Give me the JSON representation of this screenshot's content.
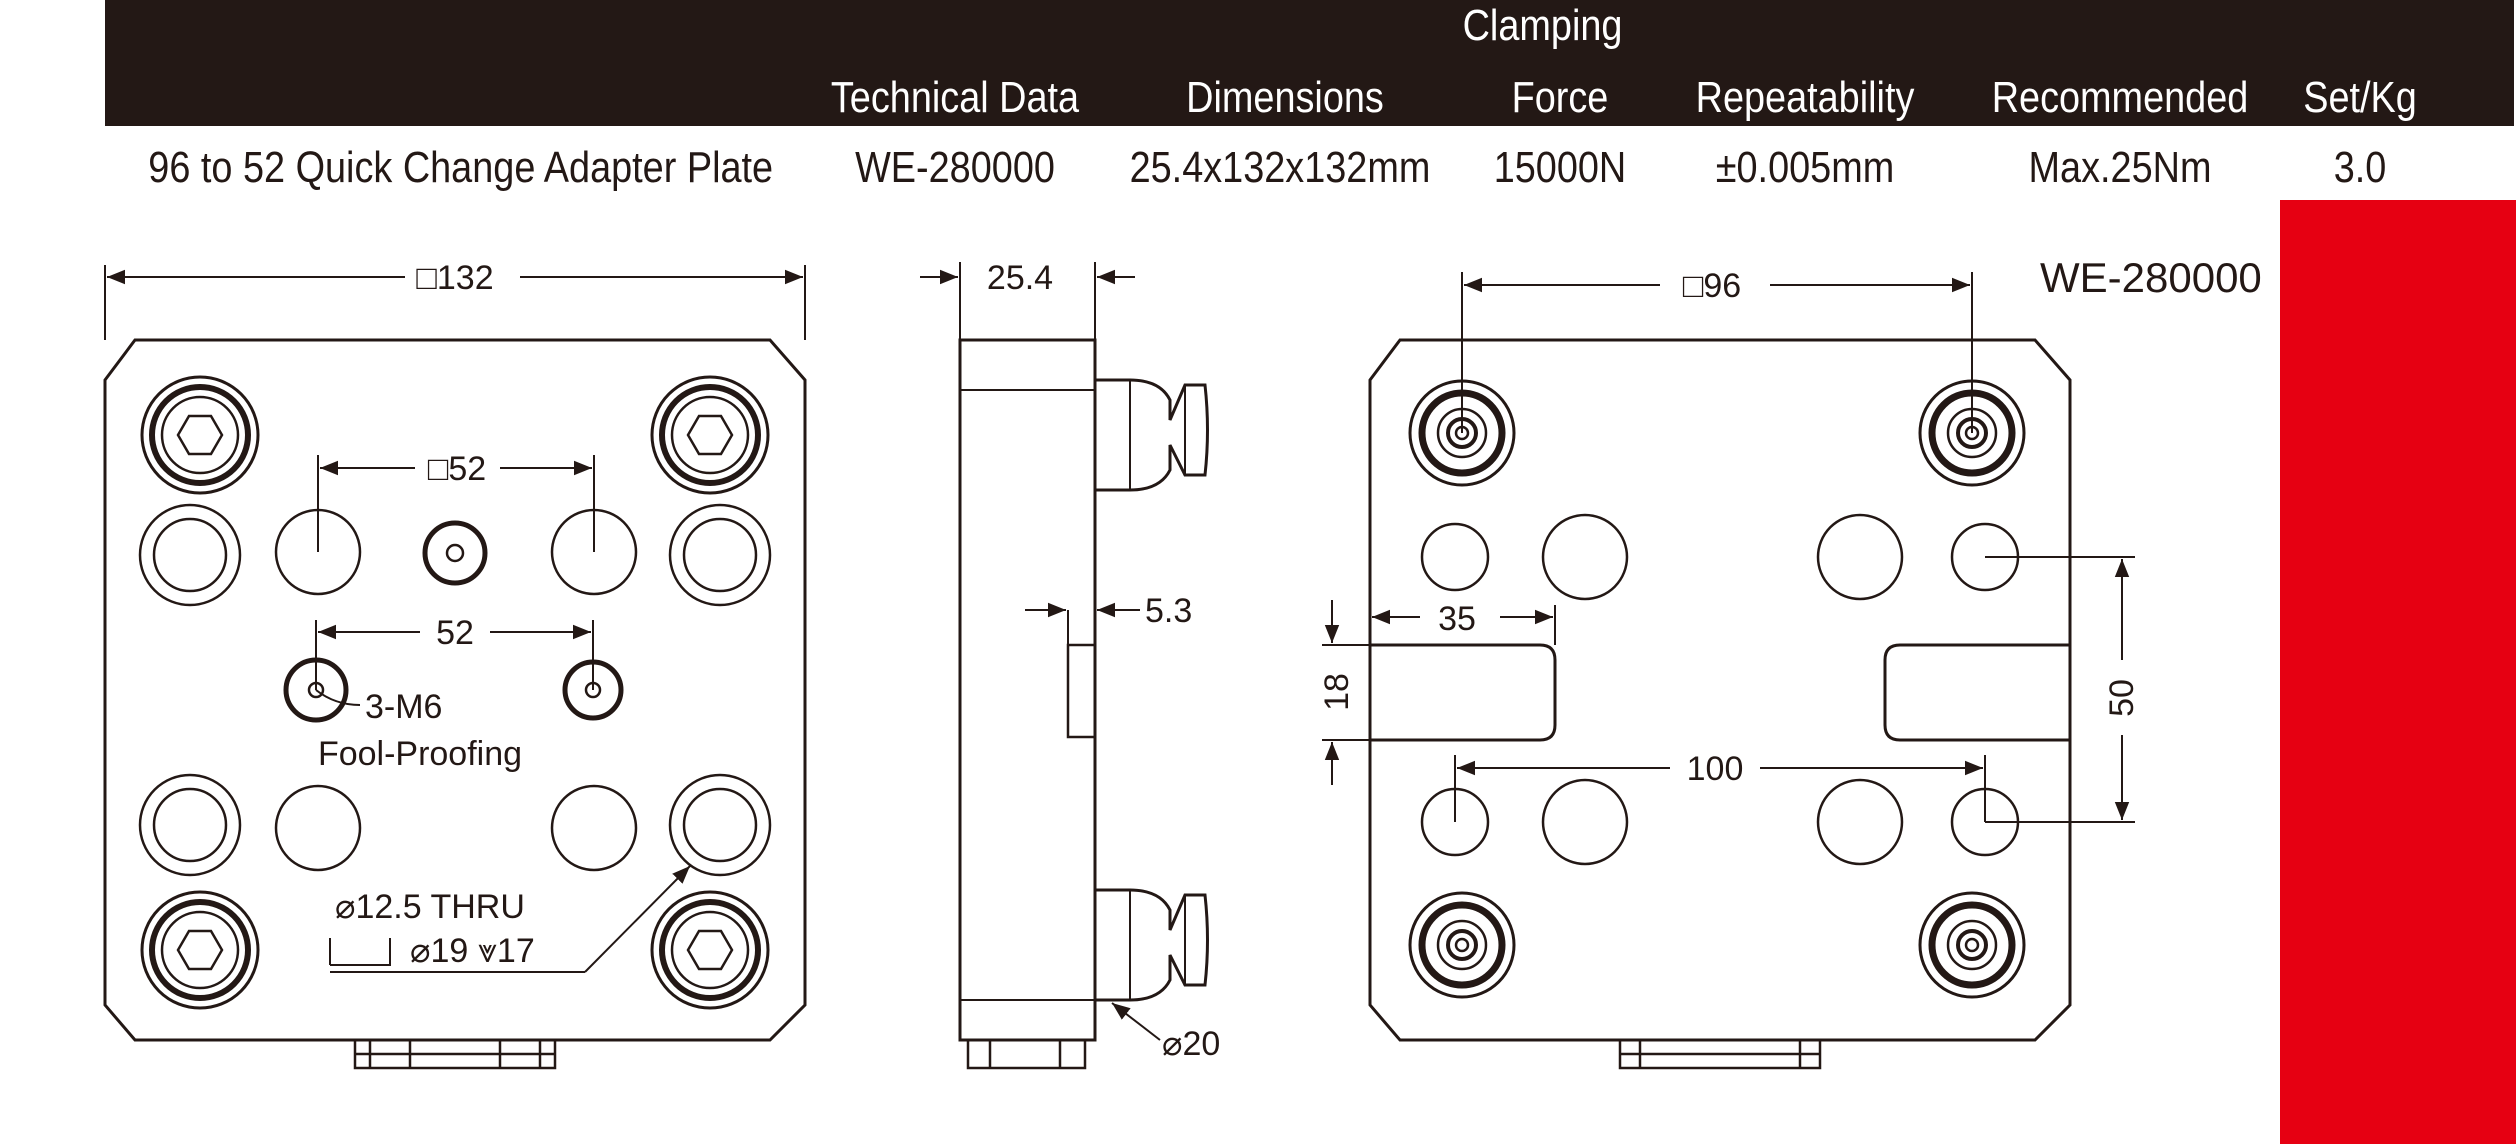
{
  "header": {
    "group_label": "Clamping",
    "columns": [
      "Technical Data",
      "Dimensions",
      "Force",
      "Repeatability",
      "Recommended",
      "Set/Kg"
    ]
  },
  "product_row": {
    "name": "96 to 52 Quick Change Adapter Plate",
    "technical_data": "WE-280000",
    "dimensions": "25.4x132x132mm",
    "force": "15000N",
    "repeatability": "±0.005mm",
    "recommended": "Max.25Nm",
    "set_kg": "3.0"
  },
  "accent_color": "#e60012",
  "header_color": "#231815",
  "drawing": {
    "left_view": {
      "dim_width": "□132",
      "dim_square": "□52",
      "dim_pin_spacing": "52",
      "pin_label": "3-M6",
      "pin_note": "Fool-Proofing",
      "hole_label_1": "⌀12.5 THRU",
      "hole_label_2": "⌀19 ⩔17"
    },
    "side_view": {
      "dim_thickness": "25.4",
      "dim_step": "5.3",
      "dim_dia": "⌀20"
    },
    "right_view": {
      "model": "WE-280000",
      "dim_square": "□96",
      "dim_slot_depth": "35",
      "dim_slot_width": "18",
      "dim_spacing_x": "100",
      "dim_spacing_y": "50"
    }
  }
}
